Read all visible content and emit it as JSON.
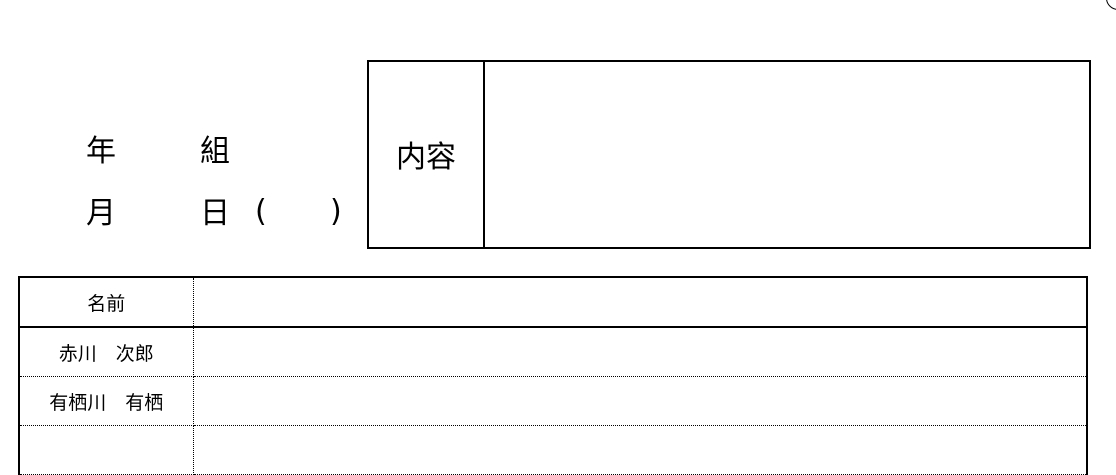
{
  "header": {
    "year_label": "年",
    "class_label": "組",
    "month_label": "月",
    "day_label": "日",
    "weekday_open": "(",
    "weekday_close": ")"
  },
  "content_box": {
    "label": "内容",
    "value": ""
  },
  "name_table": {
    "header": "名前",
    "rows": [
      {
        "name": "赤川　次郎",
        "note": ""
      },
      {
        "name": "有栖川　有栖",
        "note": ""
      },
      {
        "name": "",
        "note": ""
      }
    ]
  }
}
